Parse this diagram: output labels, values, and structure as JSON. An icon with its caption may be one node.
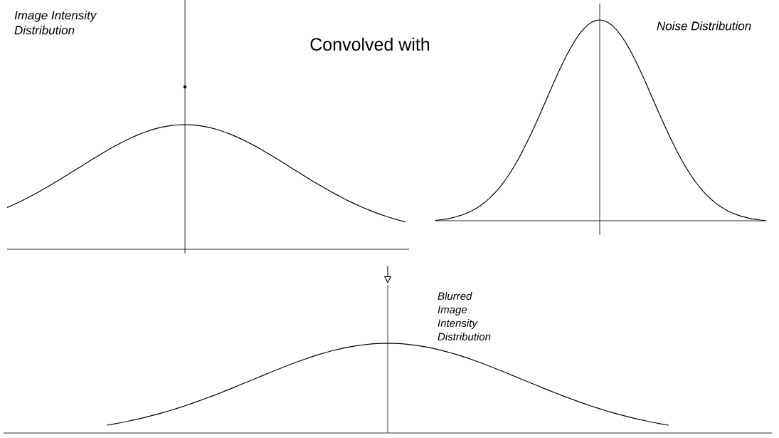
{
  "diagram": {
    "nodes": [
      {
        "text": [
          "Image Intensity Distribution"
        ]
      },
      {
        "text": [
          "Noise Distribution"
        ]
      },
      {
        "text": [
          "Blurred Image Intensity Distribution"
        ]
      }
    ],
    "edges": [
      {
        "from": null,
        "to": 2,
        "arrow": "to"
      }
    ],
    "labels": [
      "Convolved with"
    ]
  }
}
